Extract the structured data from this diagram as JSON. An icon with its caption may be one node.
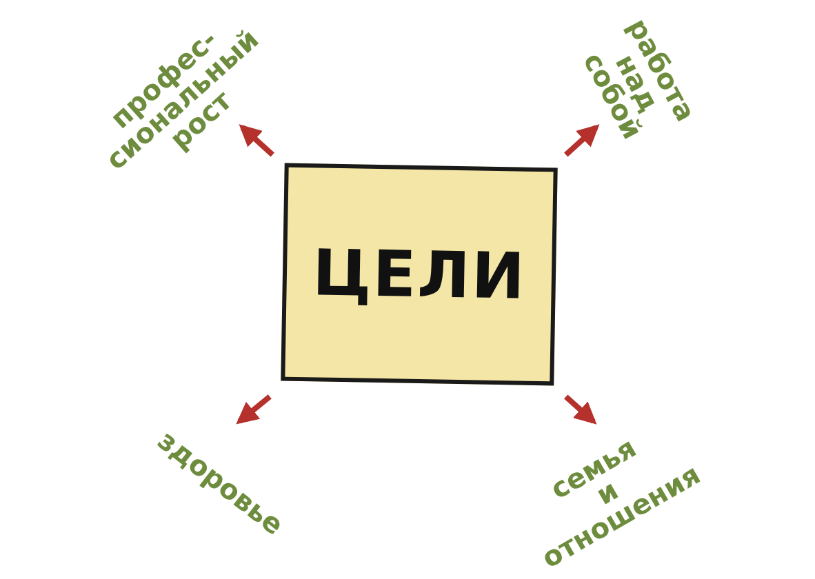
{
  "diagram": {
    "nodes": [
      {
        "text": [
          "ЦЕЛИ"
        ]
      },
      {
        "text": [
          "профес- сиональный рост"
        ]
      },
      {
        "text": [
          "работа над собой"
        ]
      },
      {
        "text": [
          "здоровье"
        ]
      },
      {
        "text": [
          "семья и отношения"
        ]
      }
    ],
    "edges": [
      {
        "from": 0,
        "to": 1,
        "arrow": "to"
      },
      {
        "from": 0,
        "to": 2,
        "arrow": "to"
      },
      {
        "from": 0,
        "to": 3,
        "arrow": "to"
      },
      {
        "from": 0,
        "to": 4,
        "arrow": "to"
      }
    ]
  }
}
